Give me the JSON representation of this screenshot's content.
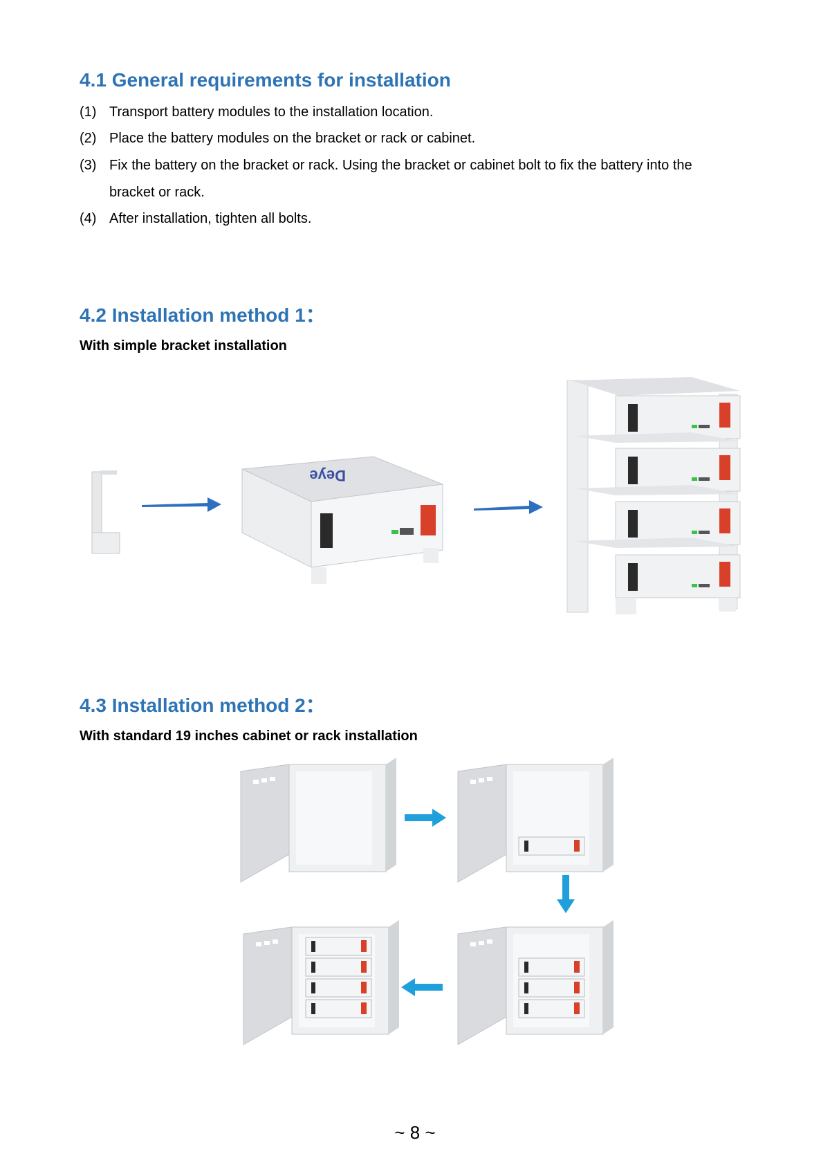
{
  "section1": {
    "heading": "4.1 General requirements for installation",
    "items": [
      {
        "num": "(1)",
        "text": "Transport battery modules to the installation location."
      },
      {
        "num": "(2)",
        "text": "Place the battery modules on the bracket or rack or cabinet."
      },
      {
        "num": "(3)",
        "text": "Fix the battery on the bracket or rack. Using the bracket or cabinet bolt to fix the battery into the",
        "cont": "bracket or rack."
      },
      {
        "num": "(4)",
        "text": "After installation, tighten all bolts."
      }
    ]
  },
  "section2": {
    "heading": "4.2 Installation method 1：",
    "subheading": "With simple bracket installation"
  },
  "section3": {
    "heading": "4.3 Installation method 2：",
    "subheading": "With standard 19 inches cabinet or rack installation"
  },
  "brand": "Deye",
  "colors": {
    "heading": "#2E74B5",
    "arrow": "#2F6FC0",
    "arrow_light": "#1FA0DC",
    "terminal": "#D8402A"
  },
  "page_number": "~ 8 ~"
}
